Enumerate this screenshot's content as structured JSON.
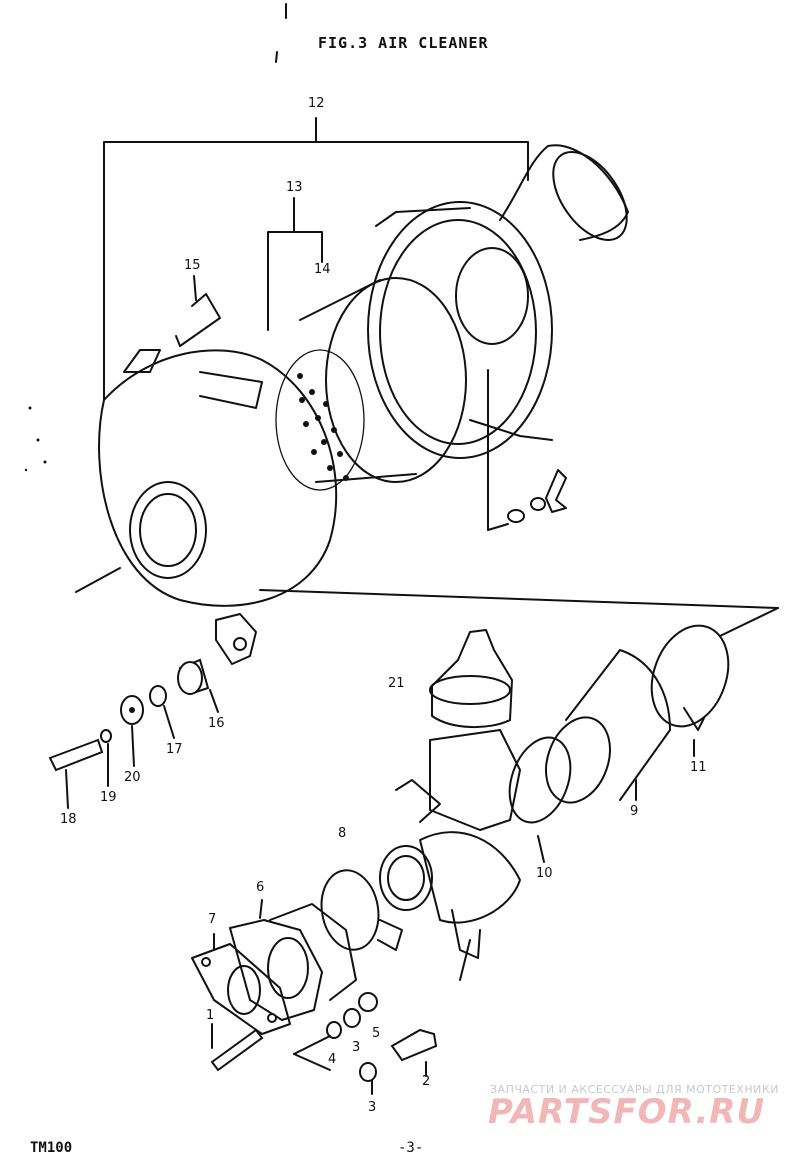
{
  "title": "FIG.3 AIR CLEANER",
  "model": "TM100",
  "page_number": "-3-",
  "watermark": {
    "top_text": "ЗАПЧАСТИ И АКСЕССУАРЫ ДЛЯ МОТОТЕХНИКИ",
    "logo_text": "PARTSFOR.RU"
  },
  "part_numbers": {
    "p1": "1",
    "p2": "2",
    "p3a": "3",
    "p3b": "3",
    "p4": "4",
    "p5": "5",
    "p6": "6",
    "p7": "7",
    "p8": "8",
    "p9": "9",
    "p10": "10",
    "p11": "11",
    "p12": "12",
    "p13": "13",
    "p14": "14",
    "p15": "15",
    "p16": "16",
    "p17": "17",
    "p18": "18",
    "p19": "19",
    "p20": "20",
    "p21": "21"
  },
  "colors": {
    "ink": "#111111",
    "paper": "#ffffff",
    "watermark_logo": "#f1b6b6"
  }
}
